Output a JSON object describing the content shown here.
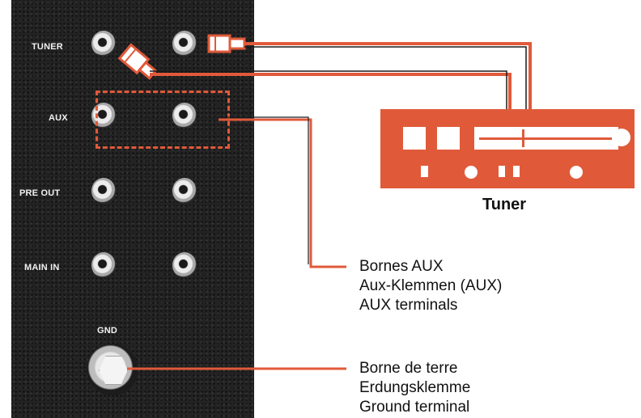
{
  "panel": {
    "jacks": [
      {
        "label": "TUNER"
      },
      {
        "label": "AUX"
      },
      {
        "label": "PRE OUT"
      },
      {
        "label": "MAIN IN"
      }
    ],
    "gnd_label": "GND"
  },
  "device": {
    "name": "Tuner"
  },
  "callouts": {
    "aux": [
      "Bornes AUX",
      "Aux-Klemmen (AUX)",
      "AUX terminals"
    ],
    "ground": [
      "Borne de terre",
      "Erdungsklemme",
      "Ground terminal"
    ]
  },
  "colors": {
    "accent": "#e05a3a",
    "panel": "#232323"
  }
}
